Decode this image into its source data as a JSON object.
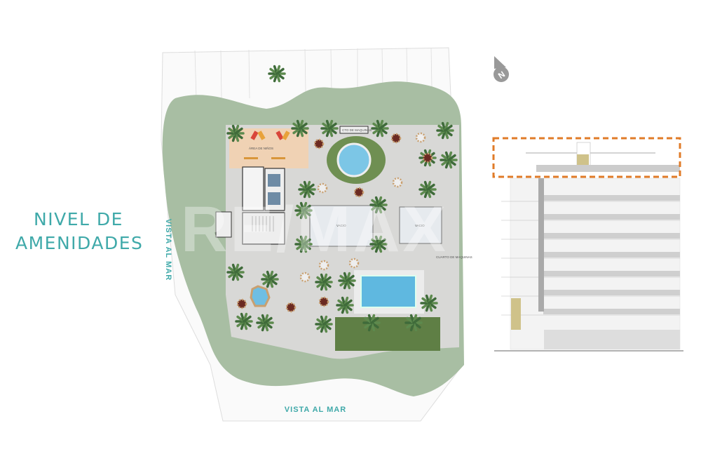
{
  "title": {
    "line1": "NIVEL DE",
    "line2": "AMENIDADES"
  },
  "orientation": {
    "side_view": "VISTA AL MAR",
    "bottom_view": "VISTA AL MAR",
    "north_label": "N"
  },
  "plan_labels": {
    "kids_area": "ÁREA DE NIÑOS",
    "machine_room_top": "CTO DE MAQUINAS",
    "void_1": "VACIO",
    "void_2": "VACIO",
    "machine_room": "CUARTO DE MAQUINAS"
  },
  "watermark": "RE/MAX",
  "colors": {
    "accent_text": "#3fa9a9",
    "landscape_green": "#a8bea3",
    "plaza_gray": "#d8d8d6",
    "pool_blue": "#7cc6e6",
    "highlight_dashed": "#e07b28"
  }
}
